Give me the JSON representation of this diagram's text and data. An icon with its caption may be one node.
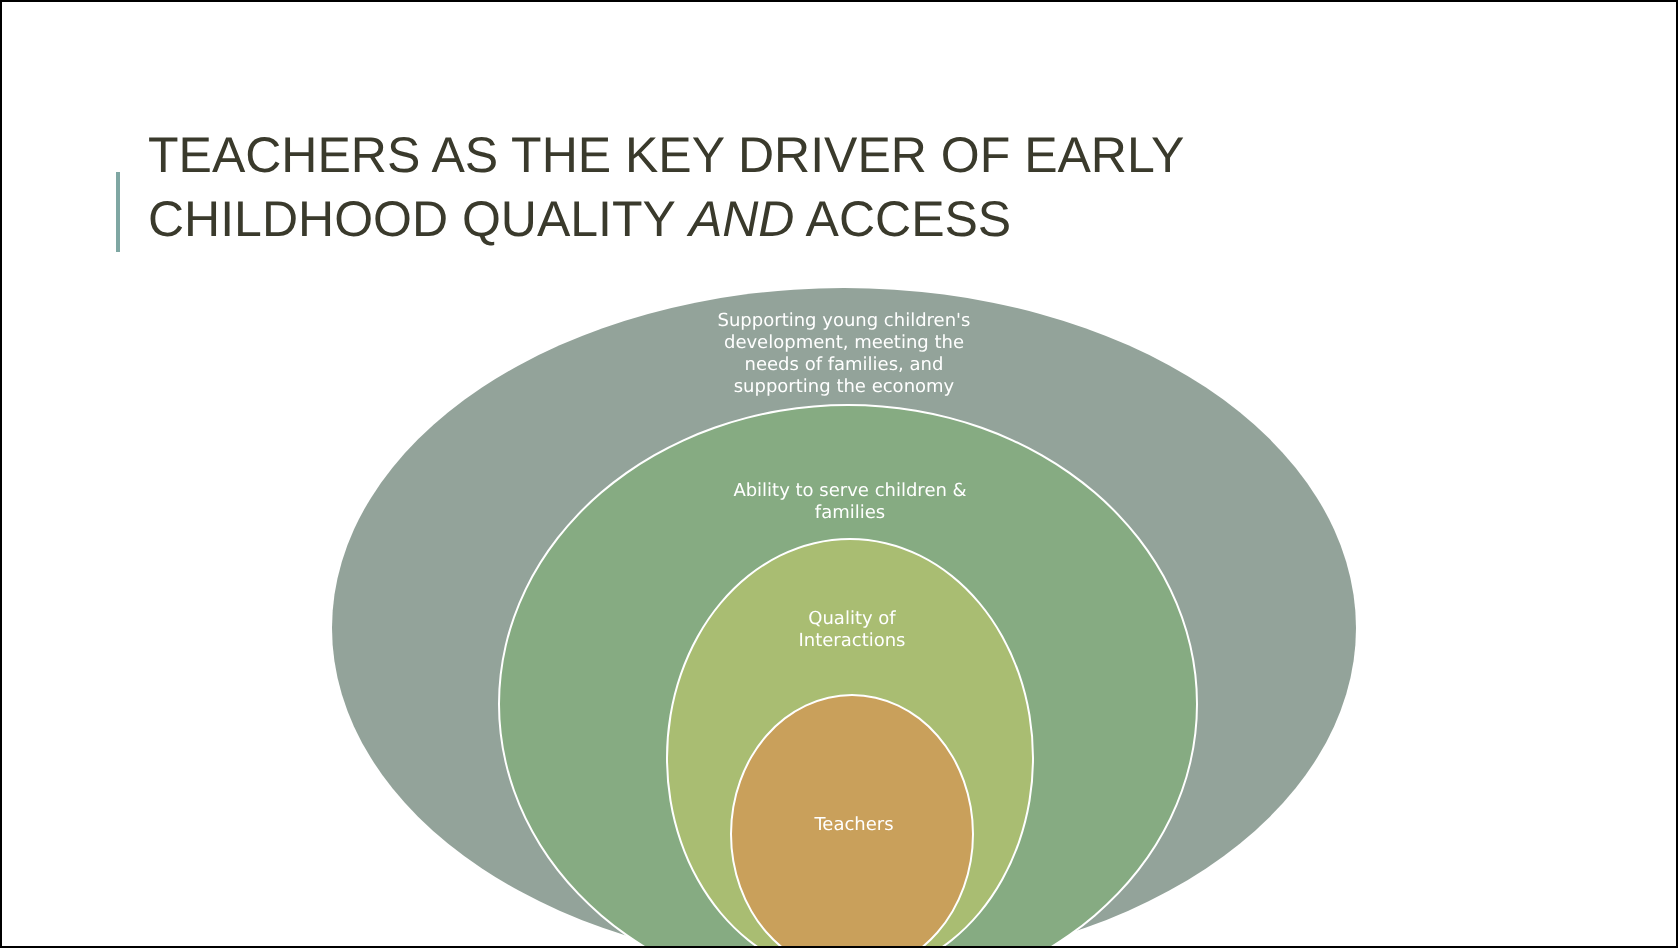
{
  "diagram": {
    "title": "TEACHERS AS THE KEY DRIVER OF EARLY CHILDHOOD QUALITY *AND* ACCESS",
    "nodes": [
      {
        "text": [
          "Supporting young children's development, meeting the needs of families, and supporting the economy"
        ]
      },
      {
        "text": [
          "Ability to serve children & families"
        ],
        "in": 0
      },
      {
        "text": [
          "Quality of Interactions"
        ],
        "in": 1
      },
      {
        "text": [
          "Teachers"
        ],
        "in": 2
      }
    ]
  }
}
